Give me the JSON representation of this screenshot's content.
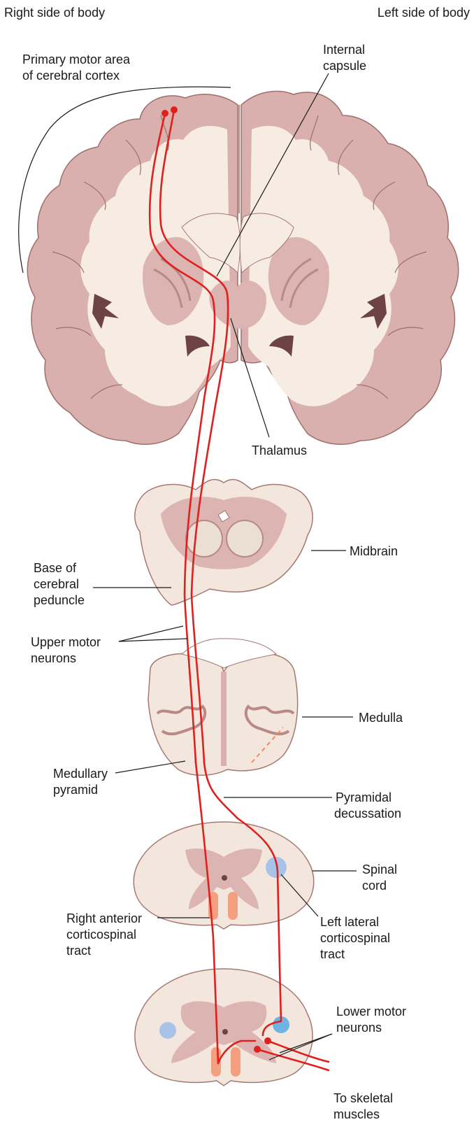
{
  "labels": {
    "right_side": "Right side of body",
    "left_side": "Left side of body",
    "primary_motor_1": "Primary motor area",
    "primary_motor_2": "of cerebral cortex",
    "internal_capsule_1": "Internal",
    "internal_capsule_2": "capsule",
    "thalamus": "Thalamus",
    "midbrain": "Midbrain",
    "base_peduncle_1": "Base of",
    "base_peduncle_2": "cerebral",
    "base_peduncle_3": "peduncle",
    "upper_motor_1": "Upper motor",
    "upper_motor_2": "neurons",
    "medulla": "Medulla",
    "medullary_pyramid_1": "Medullary",
    "medullary_pyramid_2": "pyramid",
    "pyramidal_decussation_1": "Pyramidal",
    "pyramidal_decussation_2": "decussation",
    "spinal_cord_1": "Spinal",
    "spinal_cord_2": "cord",
    "right_anterior_1": "Right anterior",
    "right_anterior_2": "corticospinal",
    "right_anterior_3": "tract",
    "left_lateral_1": "Left lateral",
    "left_lateral_2": "corticospinal",
    "left_lateral_3": "tract",
    "lower_motor_1": "Lower motor",
    "lower_motor_2": "neurons",
    "skeletal_1": "To skeletal",
    "skeletal_2": "muscles"
  },
  "colors": {
    "tract": "#e0201e",
    "cortex_gray": "#d9b0ad",
    "white_matter": "#f6ece2",
    "lateral_tract": "#a9c3e8",
    "lateral_tract_lower": "#6fb3e3",
    "anterior_tract": "#f2a07f"
  }
}
